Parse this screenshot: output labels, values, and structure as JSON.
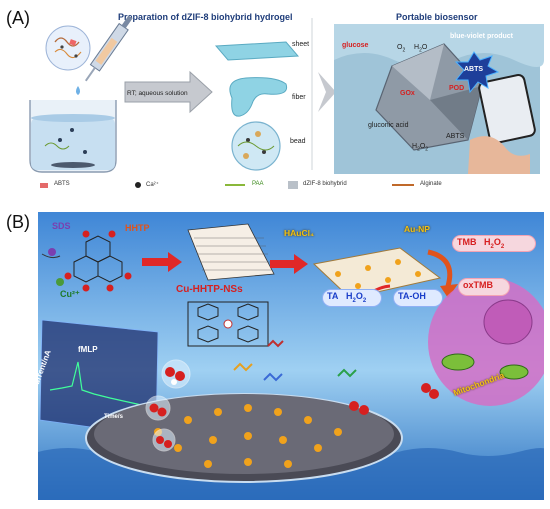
{
  "panel_a": {
    "label": "(A)",
    "title_left": "Preparation of dZIF-8 biohybrid hydrogel",
    "title_right": "Portable biosensor",
    "arrow_text": "RT; aqueous solution",
    "shapes": {
      "sheet": "sheet",
      "fiber": "fiber",
      "bead": "bead"
    },
    "sensor": {
      "glucose": "glucose",
      "o2": "O",
      "o2_sub": "2",
      "h2o": "H",
      "h2o_sub": "2",
      "h2o_end": "O",
      "gox": "GOx",
      "pod": "POD",
      "gluconic": "gluconic acid",
      "h2o2": "H",
      "h2o2_sub1": "2",
      "h2o2_mid": "O",
      "h2o2_sub2": "2",
      "abts": "ABTS",
      "product": "blue-violet product",
      "abts_ox": "ABTS"
    },
    "legend": [
      "ABTS",
      "Ca²⁺",
      "PAA",
      "dZIF-8 biohybrid",
      "Alginate"
    ]
  },
  "panel_b": {
    "label": "(B)",
    "sds": "SDS",
    "hhtp": "HHTP",
    "cu": "Cu²⁺",
    "nss": "Cu-HHTP-NSs",
    "haucl4": "HAuCl₄",
    "au_np": "Au-NP",
    "tmb": "TMB",
    "tmb_h2o2": "H",
    "ta": "TA",
    "ta_oh": "TA-OH",
    "oxtmb": "oxTMB",
    "fmlp": "fMLP",
    "current": "Current/nA",
    "time": "Time/s",
    "mito": "Mitochondria"
  },
  "colors": {
    "title_blue": "#1f3d7a",
    "red": "#d62020",
    "sky": "#4f8fd8",
    "mof": "#f0a21c",
    "cell": "#d46fc6"
  }
}
